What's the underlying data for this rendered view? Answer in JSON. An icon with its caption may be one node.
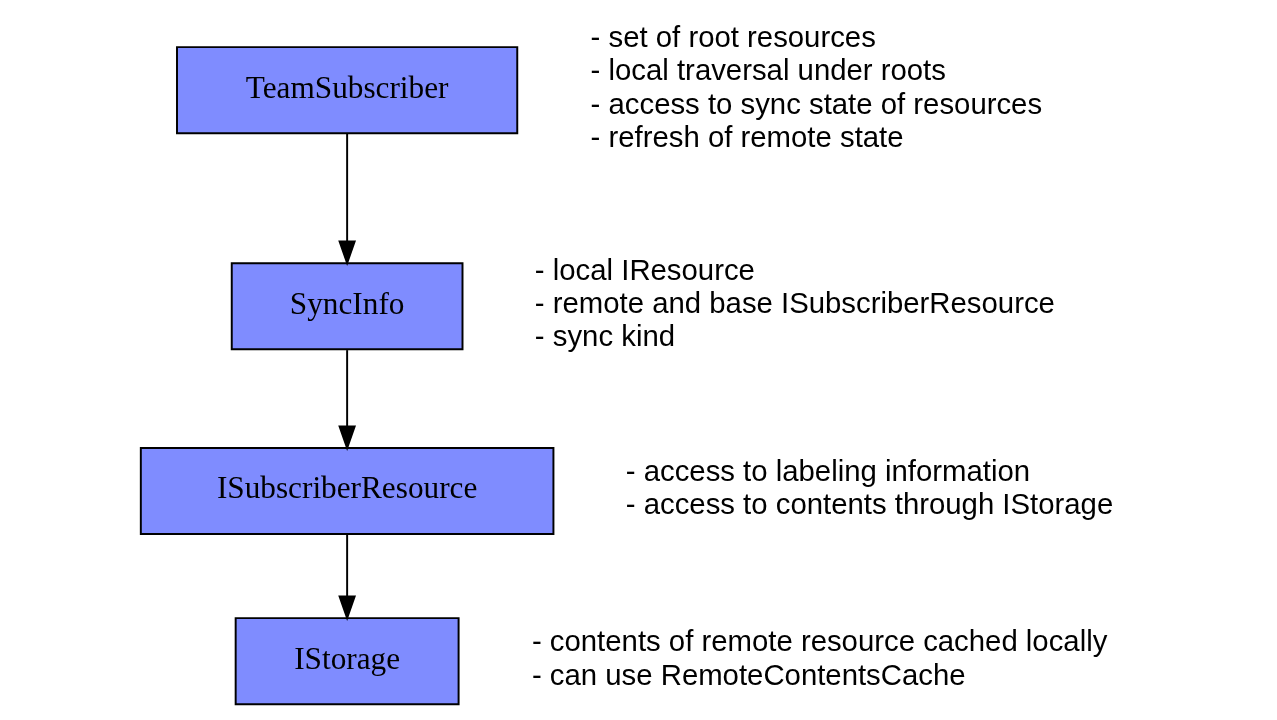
{
  "diagram": {
    "nodes": [
      {
        "text": [
          "TeamSubscriber"
        ],
        "beside": [
          "- set of root resources",
          "- local traversal under roots",
          "- access to sync state of resources",
          "- refresh of remote state"
        ]
      },
      {
        "text": [
          "SyncInfo"
        ],
        "beside": [
          "- local IResource",
          "- remote and base ISubscriberResource",
          "- sync kind"
        ]
      },
      {
        "text": [
          "ISubscriberResource"
        ],
        "beside": [
          "- access to labeling information",
          "- access to contents through IStorage"
        ]
      },
      {
        "text": [
          "IStorage"
        ],
        "beside": [
          "- contents of remote resource cached locally",
          "- can use RemoteContentsCache"
        ]
      }
    ],
    "edges": [
      {
        "from": 0,
        "to": 1,
        "arrow": "to"
      },
      {
        "from": 1,
        "to": 2,
        "arrow": "to"
      },
      {
        "from": 2,
        "to": 3,
        "arrow": "to"
      }
    ]
  }
}
